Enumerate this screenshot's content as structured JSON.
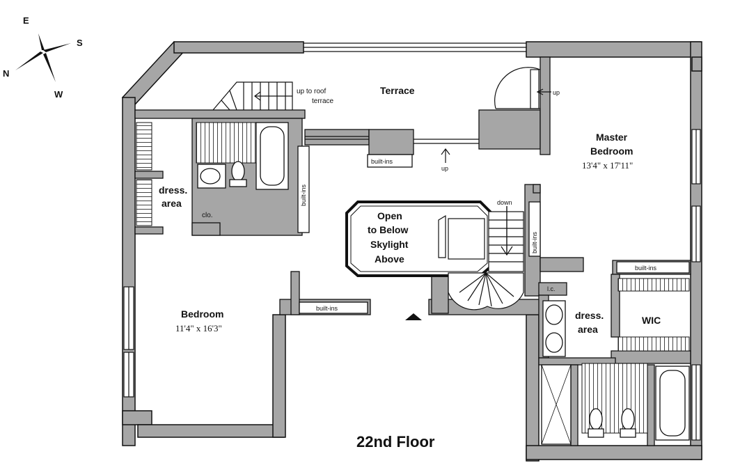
{
  "floor_title": "22nd Floor",
  "compass": {
    "north": "N",
    "east": "E",
    "south": "S",
    "west": "W"
  },
  "rooms": {
    "terrace": "Terrace",
    "roof_stairs": [
      "up to roof",
      "terrace"
    ],
    "master_bedroom": {
      "name_lines": [
        "Master",
        "Bedroom"
      ],
      "dimensions": "13'4\" x 17'11\""
    },
    "bedroom": {
      "name": "Bedroom",
      "dimensions": "11'4\" x 16'3\""
    },
    "dress_area_left": [
      "dress.",
      "area"
    ],
    "dress_area_right": [
      "dress.",
      "area"
    ],
    "closet": "clo.",
    "open_below": [
      "Open",
      "to Below",
      "Skylight",
      "Above"
    ],
    "wic": "WIC",
    "linen_closet": "l.c."
  },
  "built_ins": {
    "terrace": "built-ins",
    "vertical_left": "built-ins",
    "vertical_right": "built-ins",
    "master": "built-ins",
    "hall": "built-ins"
  },
  "stairs": {
    "up_terrace": "up",
    "up_center": "up",
    "down": "down"
  },
  "colors": {
    "wall": "#a6a6a6",
    "outline": "#111111",
    "hatch": "#555555"
  }
}
